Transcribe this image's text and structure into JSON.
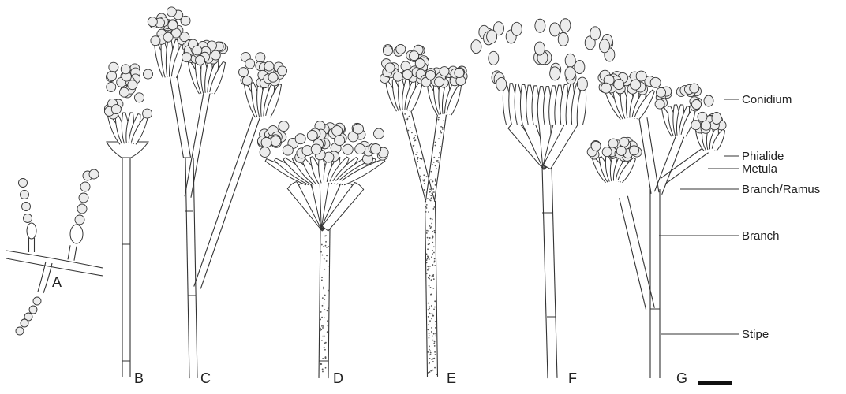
{
  "figure": {
    "panel_labels": [
      "A",
      "B",
      "C",
      "D",
      "E",
      "F",
      "G"
    ],
    "annotations": {
      "conidium": "Conidium",
      "phialide": "Phialide",
      "metula": "Metula",
      "branch_ramus": "Branch/Ramus",
      "branch": "Branch",
      "stipe": "Stipe"
    },
    "stroke_color": "#333333",
    "conidium_fill": "#ececec",
    "background": "#ffffff"
  }
}
